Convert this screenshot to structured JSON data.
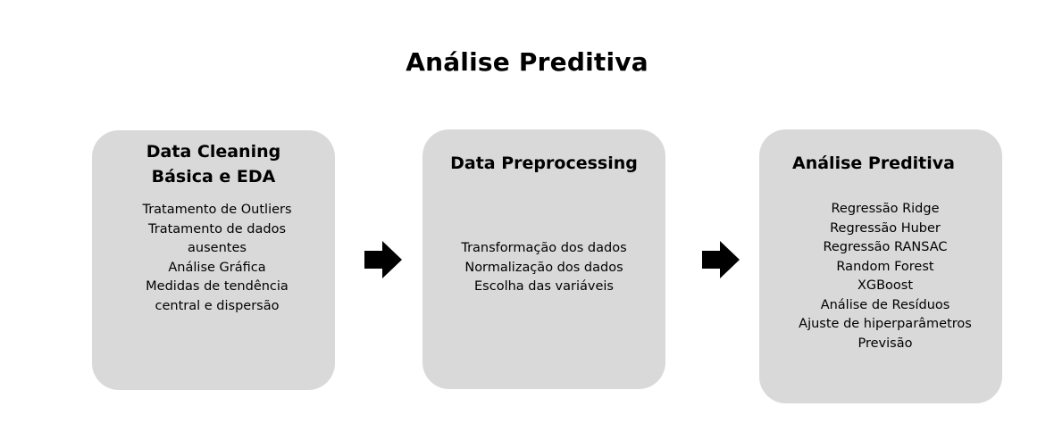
{
  "title": "Análise Preditiva",
  "stages": [
    {
      "title": "Data Cleaning Básica e EDA",
      "items": [
        "Tratamento de Outliers",
        "Tratamento de dados ausentes",
        "Análise Gráfica",
        "Medidas de tendência central e dispersão"
      ]
    },
    {
      "title": "Data Preprocessing",
      "items": [
        "Transformação dos dados",
        "Normalização dos dados",
        "Escolha das variáveis"
      ]
    },
    {
      "title": "Análise Preditiva",
      "items": [
        "Regressão Ridge",
        "Regressão Huber",
        "Regressão RANSAC",
        "Random Forest",
        "XGBoost",
        "Análise de Resíduos",
        "Ajuste de hiperparâmetros",
        "Previsão"
      ]
    }
  ],
  "colors": {
    "box_fill": "#d9d9d9",
    "arrow": "#000000",
    "text": "#000000"
  },
  "icons": [
    "arrow-right-icon",
    "arrow-right-icon"
  ]
}
